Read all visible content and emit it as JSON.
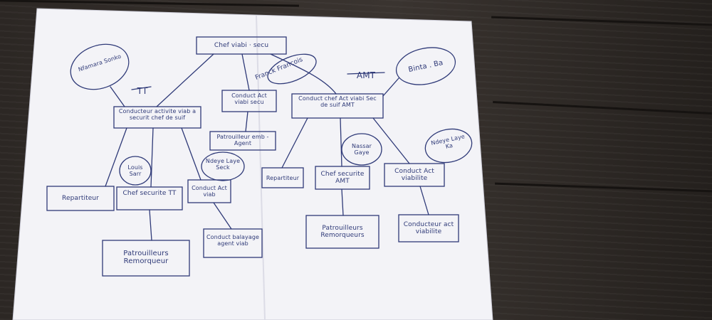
{
  "colors": {
    "ink": "#2f3a78",
    "paper": "#f3f3f7",
    "table": "#2f2a27"
  },
  "nodes": {
    "root": "Chef viabi · secu",
    "left_manager": "Conducteur activite viab a securit chef de suif",
    "middle_manager": "Conduct Act viabi secu",
    "right_manager": "Conduct chef Act viabi Sec de suif AMT",
    "patrouilleur_agent": "Patrouilleur emb - Agent",
    "repartiteur_left": "Repartiteur",
    "chef_securite_tt": "Chef securite TT",
    "conduct_act_viab_left": "Conduct Act viab",
    "patrouilleurs_left": "Patrouilleurs Remorqueur",
    "conduct_balayage": "Conduct balayage agent viab",
    "repartiteur_right": "Repartiteur",
    "chef_securite_amt": "Chef securite AMT",
    "conduct_act_viabilite": "Conduct Act viabilite",
    "patrouilleurs_right": "Patrouilleurs Remorqueurs",
    "conducteur_act_viabilite": "Conducteur act viabilite"
  },
  "names": {
    "nfamara": "Nfamara Sonko",
    "louis": "Louis Sarr",
    "ndeye_laye": "Ndeye Laye Seck",
    "nassar": "Nassar Gaye",
    "ndeye_laye_ka": "Ndeye Laye Ka",
    "binta": "Binta . Ba"
  },
  "annotations": {
    "tt": "TT",
    "amt": "AMT",
    "franck": "Franck Francois"
  }
}
